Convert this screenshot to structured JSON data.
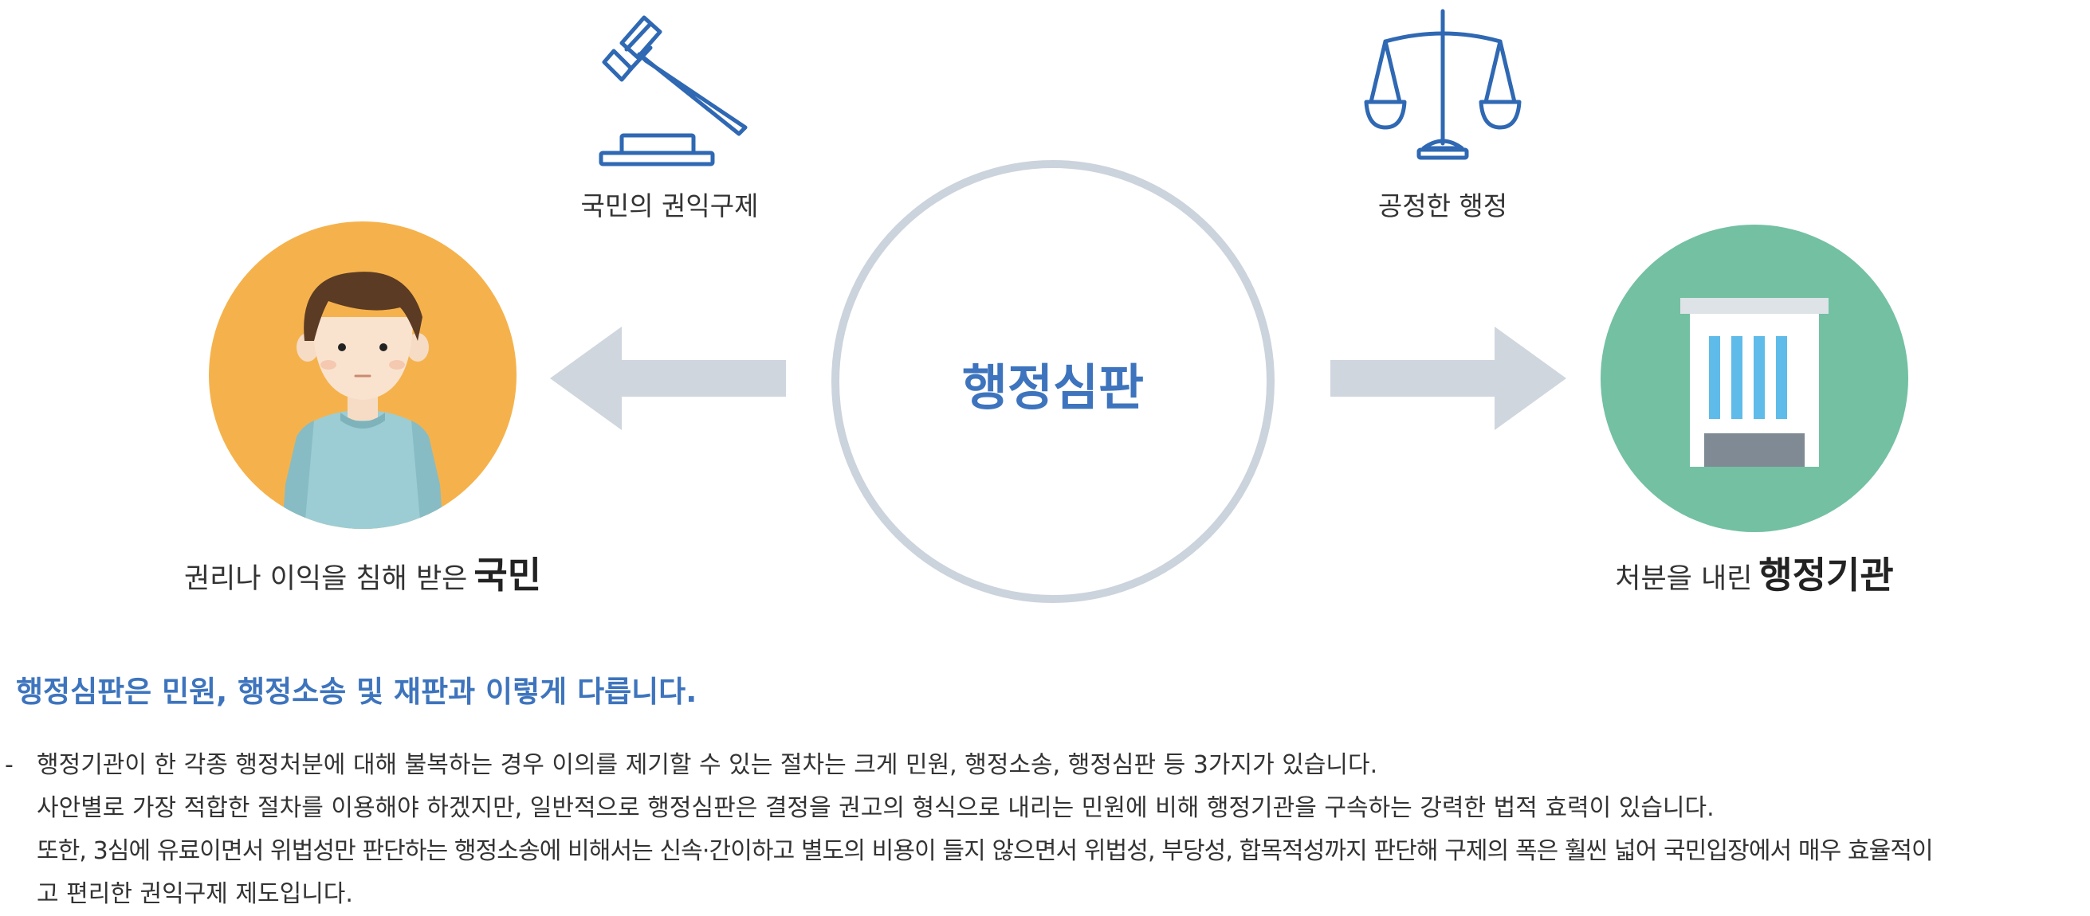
{
  "icons": {
    "gavel": "gavel-icon",
    "scales": "scales-icon",
    "citizen": "person-icon",
    "agency": "building-icon"
  },
  "colors": {
    "accent_blue": "#3d74bd",
    "icon_blue": "#2f68b3",
    "citizen_circle": "#f5b24c",
    "agency_circle": "#73c0a3",
    "ring_gray": "#cbd3dc",
    "arrow_gray": "#cfd6de"
  },
  "diagram": {
    "left_caption": "국민의 권익구제",
    "right_caption": "공정한 행정",
    "center_title": "행정심판",
    "citizen_label_prefix": "권리나 이익을 침해 받은",
    "citizen_label_main": "국민",
    "agency_label_prefix": "처분을 내린",
    "agency_label_main": "행정기관"
  },
  "section": {
    "heading": "행정심판은 민원, 행정소송 및 재판과 이렇게 다릅니다.",
    "dash": "-",
    "lines": [
      "행정기관이 한 각종 행정처분에 대해 불복하는 경우 이의를 제기할 수 있는 절차는 크게 민원, 행정소송, 행정심판 등 3가지가 있습니다.",
      "사안별로 가장 적합한 절차를 이용해야 하겠지만, 일반적으로 행정심판은 결정을 권고의 형식으로 내리는 민원에 비해 행정기관을 구속하는 강력한 법적 효력이 있습니다.",
      "또한, 3심에 유료이면서 위법성만 판단하는 행정소송에 비해서는 신속·간이하고 별도의 비용이 들지 않으면서 위법성, 부당성, 합목적성까지 판단해 구제의 폭은 훨씬 넓어 국민입장에서 매우 효율적이",
      "고 편리한 권익구제 제도입니다."
    ]
  }
}
